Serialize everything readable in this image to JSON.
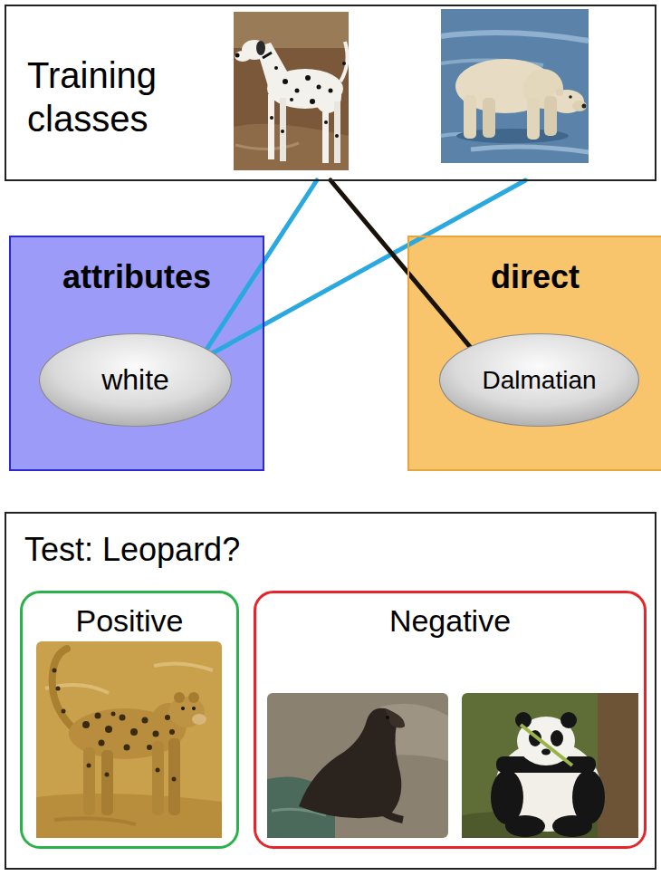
{
  "diagram": {
    "nodes": [
      {
        "text": [
          "Training classes"
        ]
      },
      {
        "text": [
          "attributes"
        ]
      },
      {
        "text": [
          "white"
        ],
        "in": 1
      },
      {
        "text": [
          "direct"
        ]
      },
      {
        "text": [
          "Dalmatian"
        ],
        "in": 3
      },
      {
        "text": [
          "Test: Leopard?"
        ]
      },
      {
        "text": [
          "Positive"
        ],
        "in": 5
      },
      {
        "text": [
          "Negative"
        ],
        "in": 5
      }
    ],
    "edges": [
      {
        "from": 0,
        "to": 2,
        "arrow": "none"
      },
      {
        "from": 0,
        "to": 2,
        "arrow": "none"
      },
      {
        "from": 0,
        "to": 4,
        "arrow": "none"
      }
    ]
  }
}
